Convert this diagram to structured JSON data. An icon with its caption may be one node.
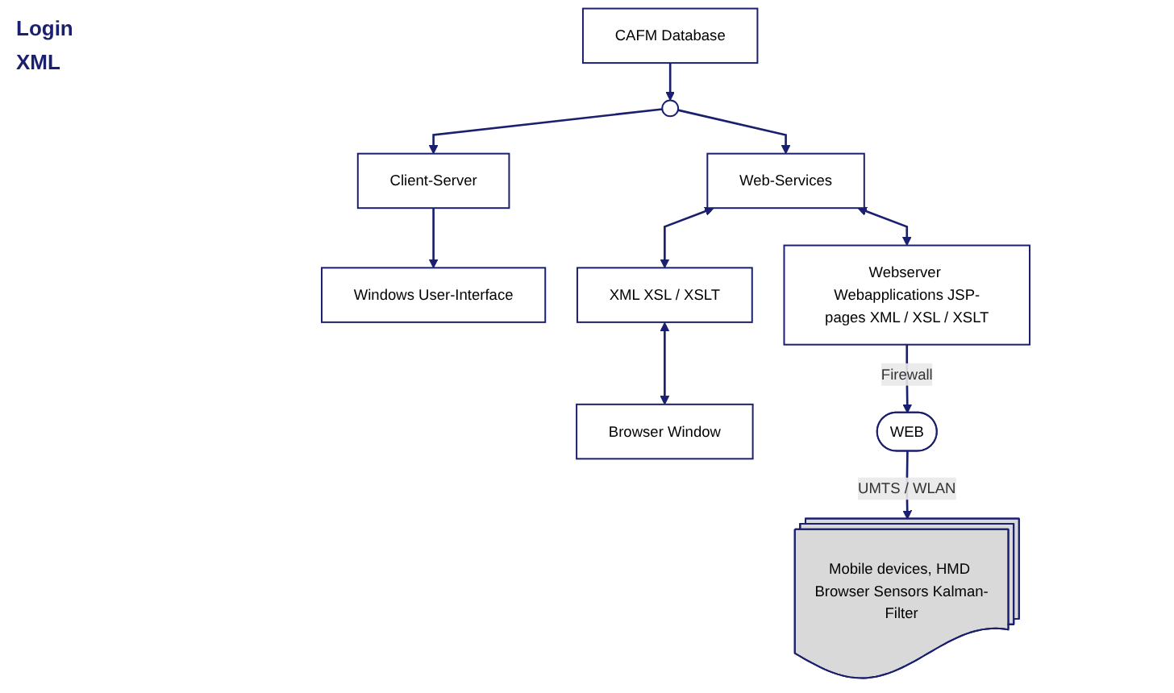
{
  "diagram": {
    "nodes": [
      {
        "text": [
          "CAFM Database"
        ]
      },
      {
        "text": [],
        "shape": "circle"
      },
      {
        "text": [
          "Client-Server"
        ]
      },
      {
        "text": [
          "Web-Services"
        ]
      },
      {
        "text": [
          "Windows User-Interface"
        ]
      },
      {
        "text": [
          "Browser Window"
        ]
      },
      {
        "text": [
          "XML XSL / XSLT"
        ]
      },
      {
        "text": [
          "Webserver Webapplications JSP-pages XML / XSL / XSLT"
        ]
      },
      {
        "text": [
          "WEB"
        ]
      },
      {
        "text": [
          "Mobile devices, HMD Browser Sensors Kalman-Filter"
        ]
      }
    ],
    "edges": [
      {
        "from": 0,
        "to": 1,
        "arrow": "to"
      },
      {
        "from": 1,
        "to": 2,
        "arrow": "to"
      },
      {
        "from": 1,
        "to": 3,
        "arrow": "to"
      },
      {
        "from": 2,
        "to": 4,
        "arrow": "to"
      },
      {
        "from": 6,
        "to": 5,
        "arrow": "both"
      },
      {
        "from": 3,
        "to": 6,
        "arrow": "both"
      },
      {
        "from": 3,
        "to": 7,
        "arrow": "both"
      },
      {
        "from": 7,
        "to": 8,
        "arrow": "to",
        "label": "Firewall"
      },
      {
        "from": 8,
        "to": 9,
        "arrow": "to",
        "label": "UMTS / WLAN"
      }
    ],
    "labels": [
      "Login",
      "XML"
    ]
  }
}
